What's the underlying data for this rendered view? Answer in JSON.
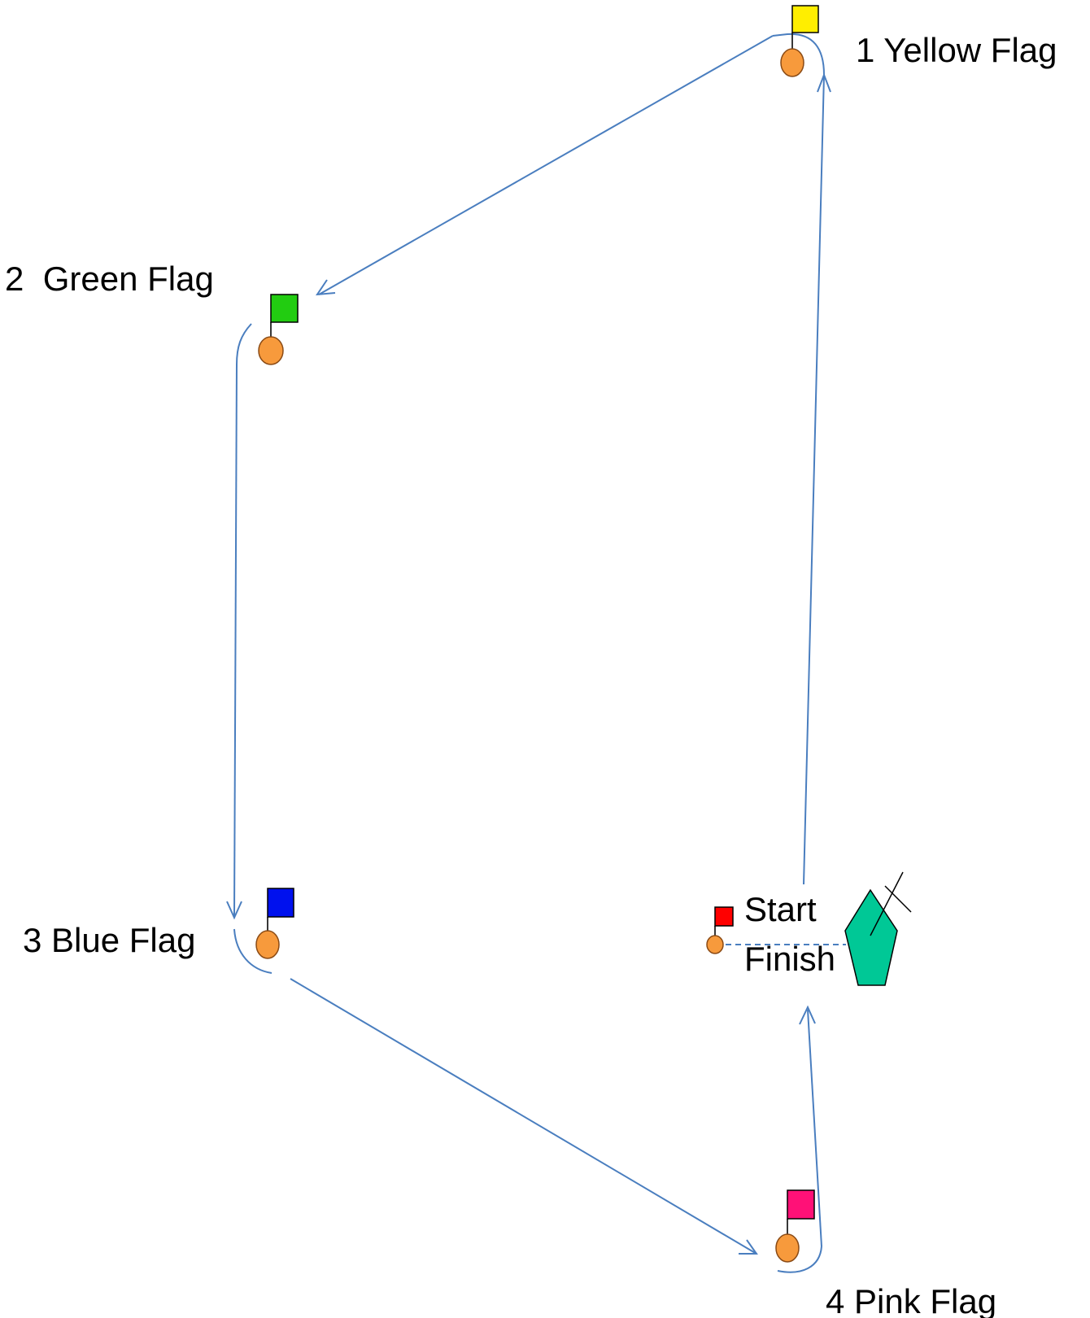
{
  "colors": {
    "path": "#4a7ebf",
    "buoy": "#f79a3c",
    "committee_boat": "#00c896"
  },
  "marks": [
    {
      "id": "yellow",
      "label": "1 Yellow Flag",
      "flag_color": "#ffee00"
    },
    {
      "id": "green",
      "label": "2  Green Flag",
      "flag_color": "#22cc11"
    },
    {
      "id": "blue",
      "label": "3 Blue Flag",
      "flag_color": "#0011ee"
    },
    {
      "id": "pink",
      "label": "4 Pink Flag",
      "flag_color": "#ff1177"
    }
  ],
  "start_finish": {
    "start_label": "Start",
    "finish_label": "Finish",
    "pin_flag_color": "#ff0000"
  }
}
